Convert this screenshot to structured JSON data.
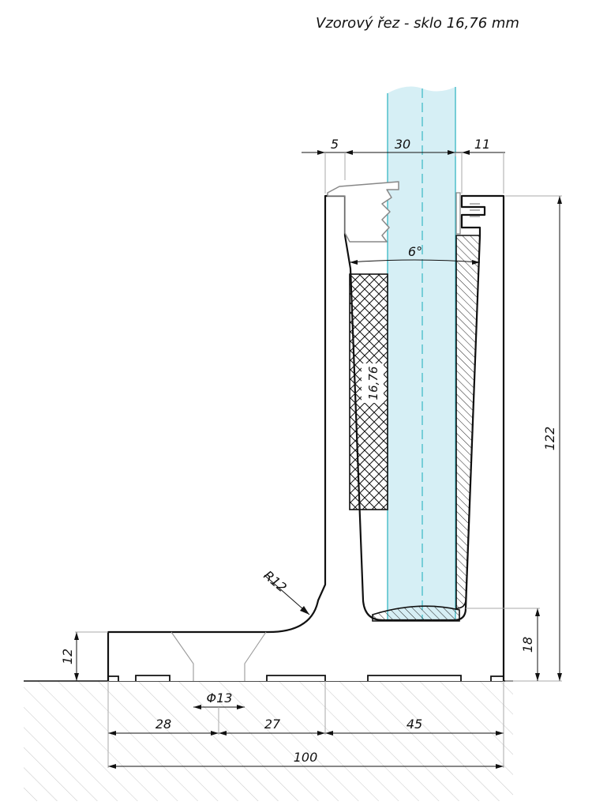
{
  "title": "Vzorový řez - sklo 16,76 mm",
  "dimensions": {
    "top_left": "5",
    "top_mid": "30",
    "top_right": "11",
    "angle": "6°",
    "glass": "16,76",
    "height": "122",
    "bottom_gap": "18",
    "base_h": "12",
    "radius": "R12",
    "hole": "Φ13",
    "bottom_a": "28",
    "bottom_b": "27",
    "bottom_c": "45",
    "total": "100"
  },
  "colors": {
    "glass_fill": "#d6eff5",
    "glass_edge": "#37b7c4",
    "line": "#111111"
  }
}
